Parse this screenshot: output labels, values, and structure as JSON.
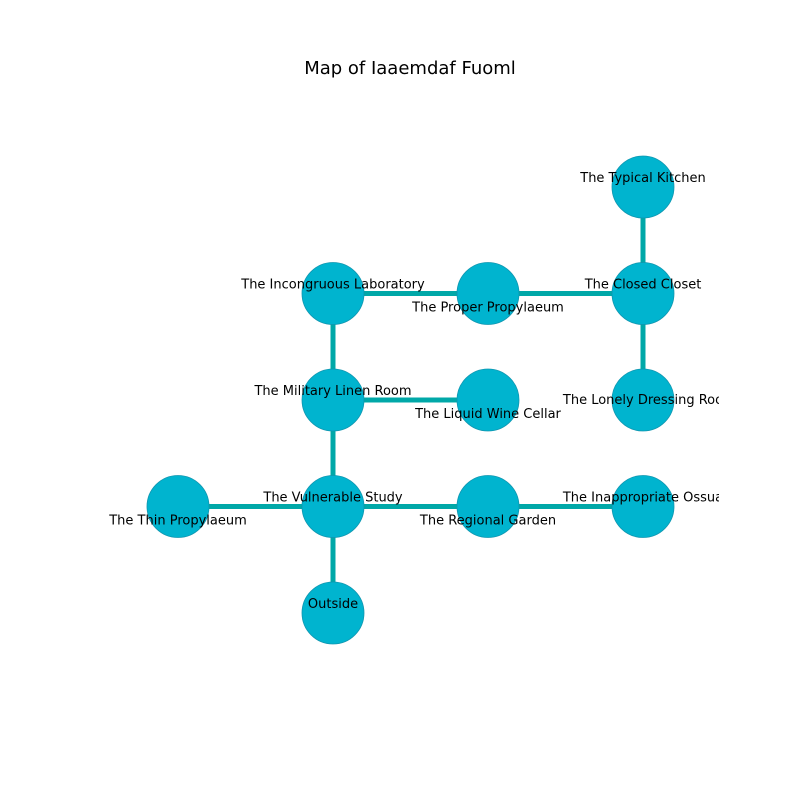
{
  "title": "Map of Iaaemdaf Fuoml",
  "colors": {
    "node_fill": "#00b4cf",
    "node_stroke": "#0f96b0",
    "edge": "#00a8a8",
    "background": "#ffffff"
  },
  "nodes": [
    {
      "id": "typical-kitchen",
      "label": "The Typical Kitchen",
      "col": 3,
      "row": 0,
      "label_pos": "above"
    },
    {
      "id": "incongruous-laboratory",
      "label": "The Incongruous Laboratory",
      "col": 1,
      "row": 1,
      "label_pos": "above"
    },
    {
      "id": "proper-propylaeum",
      "label": "The Proper Propylaeum",
      "col": 2,
      "row": 1,
      "label_pos": "below"
    },
    {
      "id": "closed-closet",
      "label": "The Closed Closet",
      "col": 3,
      "row": 1,
      "label_pos": "above"
    },
    {
      "id": "military-linen-room",
      "label": "The Military Linen Room",
      "col": 1,
      "row": 2,
      "label_pos": "above"
    },
    {
      "id": "liquid-wine-cellar",
      "label": "The Liquid Wine Cellar",
      "col": 2,
      "row": 2,
      "label_pos": "below"
    },
    {
      "id": "lonely-dressing-room",
      "label": "The Lonely Dressing Roo",
      "col": 3,
      "row": 2,
      "label_pos": "center"
    },
    {
      "id": "thin-propylaeum",
      "label": "The Thin Propylaeum",
      "col": 0,
      "row": 3,
      "label_pos": "below"
    },
    {
      "id": "vulnerable-study",
      "label": "The Vulnerable Study",
      "col": 1,
      "row": 3,
      "label_pos": "above"
    },
    {
      "id": "regional-garden",
      "label": "The Regional Garden",
      "col": 2,
      "row": 3,
      "label_pos": "below"
    },
    {
      "id": "inappropriate-ossuary",
      "label": "The Inappropriate Ossua",
      "col": 3,
      "row": 3,
      "label_pos": "above"
    },
    {
      "id": "outside",
      "label": "Outside",
      "col": 1,
      "row": 4,
      "label_pos": "above"
    }
  ],
  "edges": [
    [
      "typical-kitchen",
      "closed-closet"
    ],
    [
      "incongruous-laboratory",
      "proper-propylaeum"
    ],
    [
      "proper-propylaeum",
      "closed-closet"
    ],
    [
      "closed-closet",
      "lonely-dressing-room"
    ],
    [
      "incongruous-laboratory",
      "military-linen-room"
    ],
    [
      "military-linen-room",
      "liquid-wine-cellar"
    ],
    [
      "military-linen-room",
      "vulnerable-study"
    ],
    [
      "thin-propylaeum",
      "vulnerable-study"
    ],
    [
      "vulnerable-study",
      "regional-garden"
    ],
    [
      "regional-garden",
      "inappropriate-ossuary"
    ],
    [
      "vulnerable-study",
      "outside"
    ]
  ]
}
